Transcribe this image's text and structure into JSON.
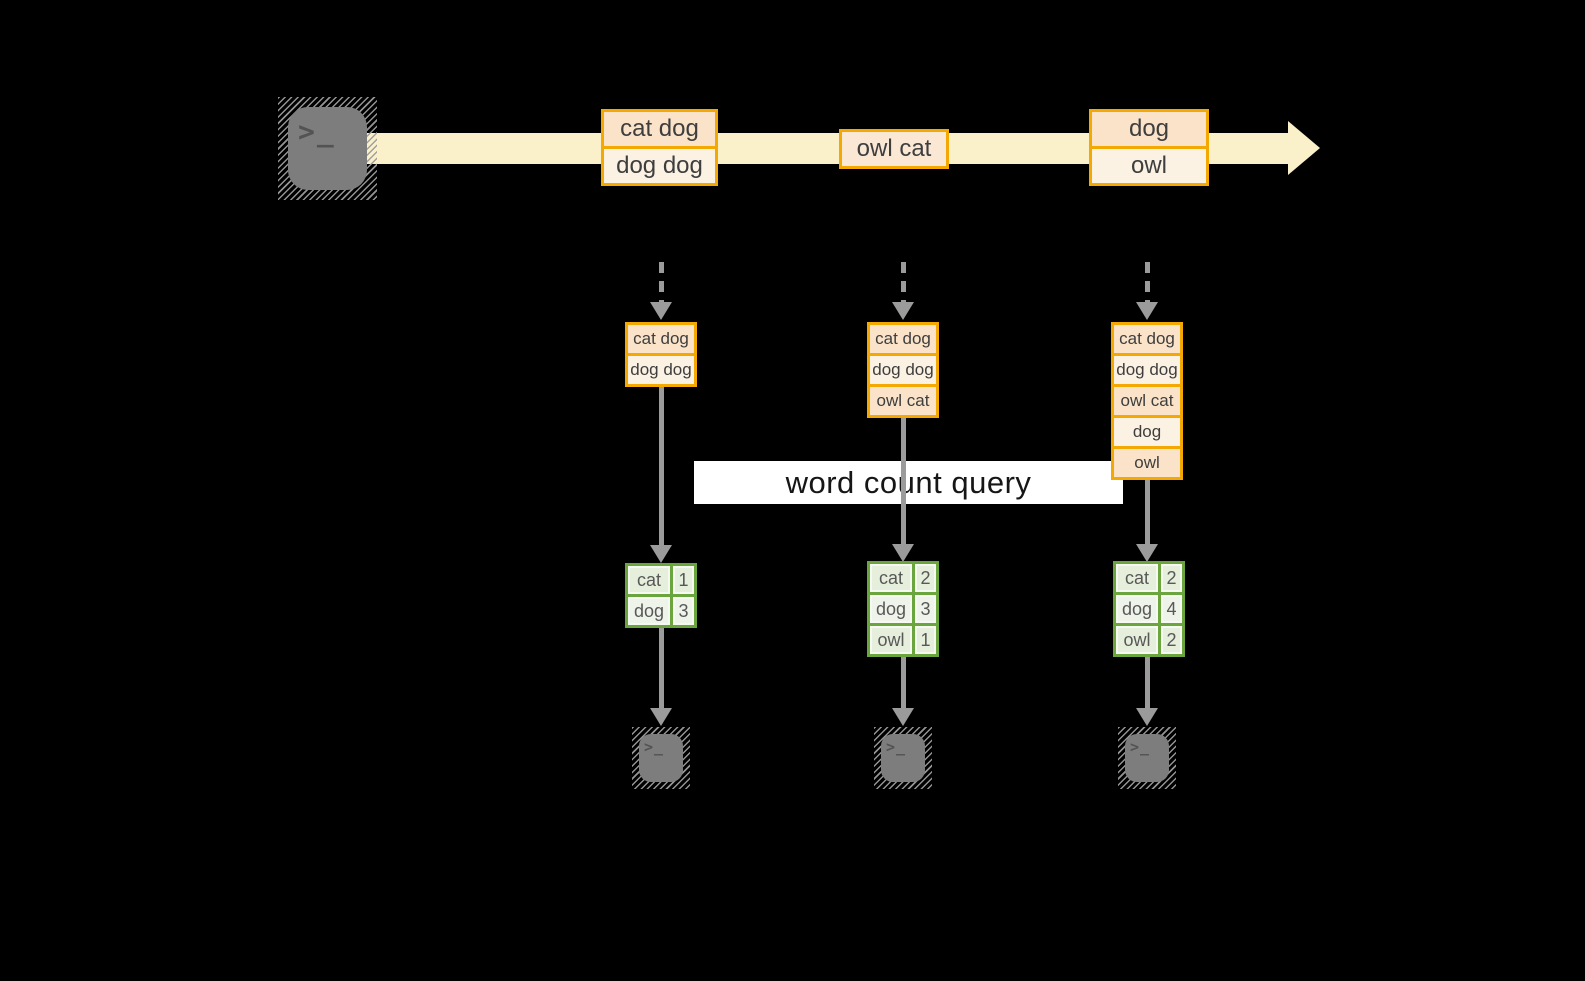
{
  "query_label": "word count query",
  "stream": {
    "source": "terminal",
    "prompt_glyph": ">_",
    "events": [
      {
        "lines": [
          "cat dog",
          "dog dog"
        ]
      },
      {
        "lines": [
          "owl cat"
        ]
      },
      {
        "lines": [
          "dog",
          "owl"
        ]
      }
    ]
  },
  "columns": [
    {
      "buffer": [
        "cat dog",
        "dog dog"
      ],
      "counts": [
        {
          "word": "cat",
          "count": "1"
        },
        {
          "word": "dog",
          "count": "3"
        }
      ]
    },
    {
      "buffer": [
        "cat dog",
        "dog dog",
        "owl cat"
      ],
      "counts": [
        {
          "word": "cat",
          "count": "2"
        },
        {
          "word": "dog",
          "count": "3"
        },
        {
          "word": "owl",
          "count": "1"
        }
      ]
    },
    {
      "buffer": [
        "cat dog",
        "dog dog",
        "owl cat",
        "dog",
        "owl"
      ],
      "counts": [
        {
          "word": "cat",
          "count": "2"
        },
        {
          "word": "dog",
          "count": "4"
        },
        {
          "word": "owl",
          "count": "2"
        }
      ]
    }
  ],
  "colors": {
    "background": "#000000",
    "stream_band": "#FAF0CA",
    "event_border": "#F3A802",
    "event_fill_dark": "#FAE3C8",
    "event_fill_light": "#FCF2E3",
    "table_border": "#6BA53E",
    "table_cell": "#E6EEDC",
    "table_cell_alt": "#EFF4EA",
    "arrow_gray": "#9B9B9B",
    "terminal_gray": "#7D7D7D"
  }
}
